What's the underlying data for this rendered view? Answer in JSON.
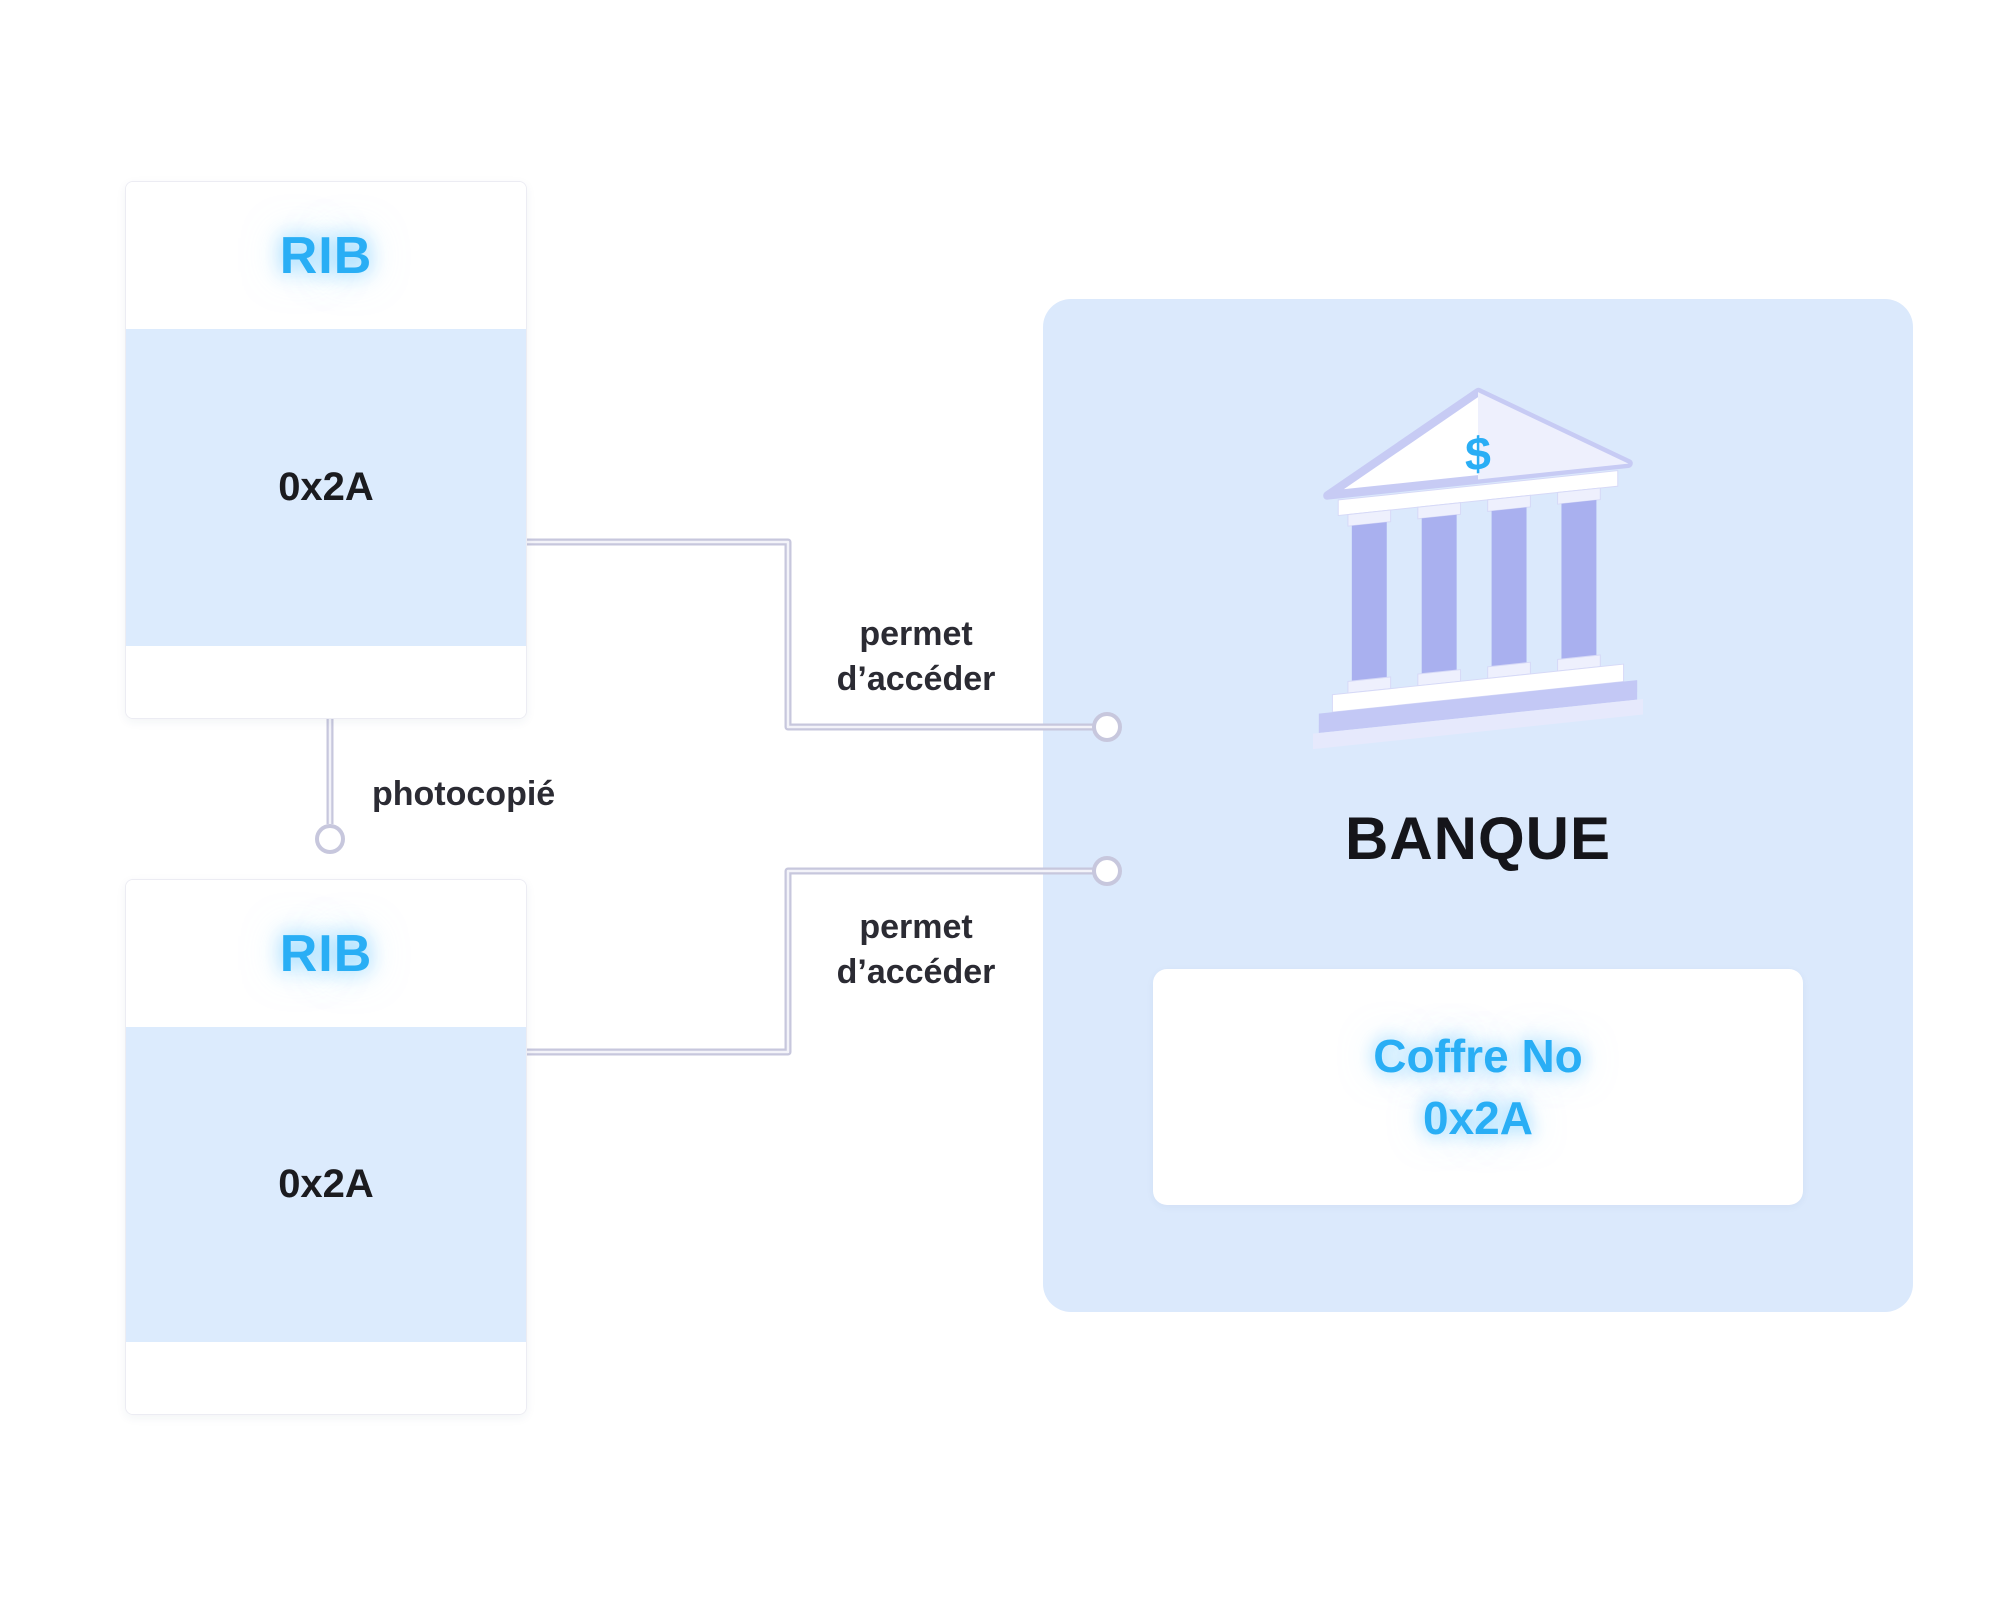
{
  "cards": [
    {
      "id": "rib-original",
      "title": "RIB",
      "value": "0x2A"
    },
    {
      "id": "rib-copy",
      "title": "RIB",
      "value": "0x2A"
    }
  ],
  "bank": {
    "title": "BANQUE",
    "icon": "bank-building-icon",
    "icon_dollar": "$",
    "safe_label_line1": "Coffre No",
    "safe_label_line2": "0x2A"
  },
  "labels": {
    "access_top_line1": "permet",
    "access_top_line2": "d’accéder",
    "access_bottom_line1": "permet",
    "access_bottom_line2": "d’accéder",
    "photocopy": "photocopié"
  },
  "colors": {
    "accent_blue": "#29aef5",
    "card_body_blue": "#dcebfd",
    "bank_panel_blue": "#dbe9fc",
    "connector_gray": "#c7c7dd",
    "text_dark": "#1b1b1f"
  }
}
